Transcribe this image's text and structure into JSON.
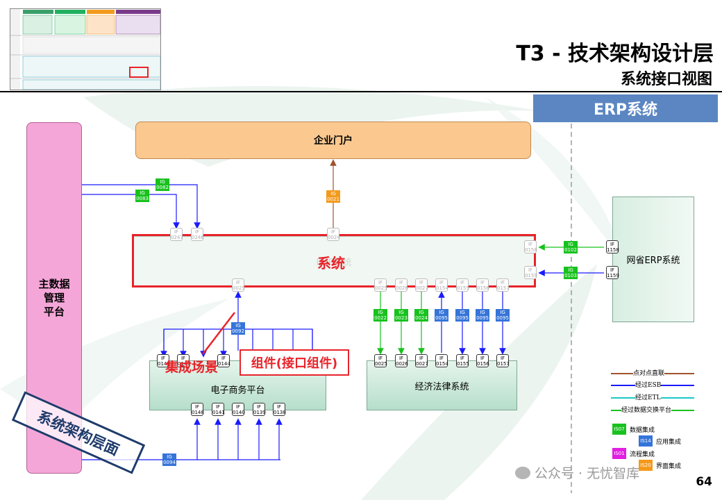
{
  "header": {
    "title": "T3 - 技术架构设计层",
    "subtitle": "系统接口视图",
    "banner": "ERP系统"
  },
  "systems": {
    "mdm": "主数据\n管理\n平台",
    "portal": "企业门户",
    "erp_main_faint": "ERP系统",
    "ecommerce": "电子商务平台",
    "legal": "经济法律系统",
    "provincial_erp": "网省ERP系统"
  },
  "if_tags": {
    "erp_top": [
      "IF\n0247",
      "IF\n0246",
      "IF\n0024"
    ],
    "erp_right": [
      "IF\n0158",
      "IF\n0159"
    ],
    "erp_bottom": [
      "IF\n0025",
      "IF\n0025",
      "IF\n0026",
      "IF\n0027",
      "IF\n0154",
      "IF\n0155",
      "IF\n0156",
      "IF\n0157"
    ],
    "provincial": [
      "IF\n1158",
      "IF\n1159"
    ],
    "ecom_top": [
      "IF\n0146",
      "IF\n0145",
      "IF\n0144"
    ],
    "ecom_bottom": [
      "IF\n0148",
      "IF\n0141",
      "IF\n0140",
      "IF\n0139",
      "IF\n0138"
    ],
    "legal_top": [
      "IF\n0025",
      "IF\n0026",
      "IF\n0027",
      "IF\n0154",
      "IF\n0155",
      "IF\n0156",
      "IF\n0157"
    ]
  },
  "ig_tags": {
    "ig0082": "IG\n0082",
    "ig0083": "IG\n0083",
    "ig0021": "IG\n0021",
    "ig0102": "IG\n0102",
    "ig0103": "IG\n0103",
    "ig0092": "IG\n0092",
    "ig0094": "IG\n0094",
    "legal_green": [
      "IG\n0022",
      "IG\n0023",
      "IG\n0024"
    ],
    "legal_blue": [
      "IG\n0095",
      "IG\n0095",
      "IG\n0095",
      "IG\n0095"
    ]
  },
  "annotations": {
    "system": "系统",
    "scenario": "集成场景",
    "component": "组件(接口组件)",
    "layer": "系统架构层面"
  },
  "legend": {
    "p2p": "点对点直联",
    "esb": "经过ESB",
    "etl": "经过ETL",
    "dep": "经过数据交换平台",
    "tag_data": "IS07",
    "data_label": "数据集成",
    "tag_app": "IS14",
    "app_label": "应用集成",
    "tag_flow": "IS01",
    "flow_label": "流程集成",
    "tag_ui": "IS20",
    "ui_label": "界面集成"
  },
  "colors": {
    "p2p": "#a0522d",
    "esb": "#1a1aff",
    "etl": "#18c9c9",
    "dep": "#18c21e",
    "banner": "#5b86c2",
    "highlight": "#e8232a"
  },
  "footer": {
    "wechat": "公众号 · 无忧智库",
    "page": "64"
  }
}
